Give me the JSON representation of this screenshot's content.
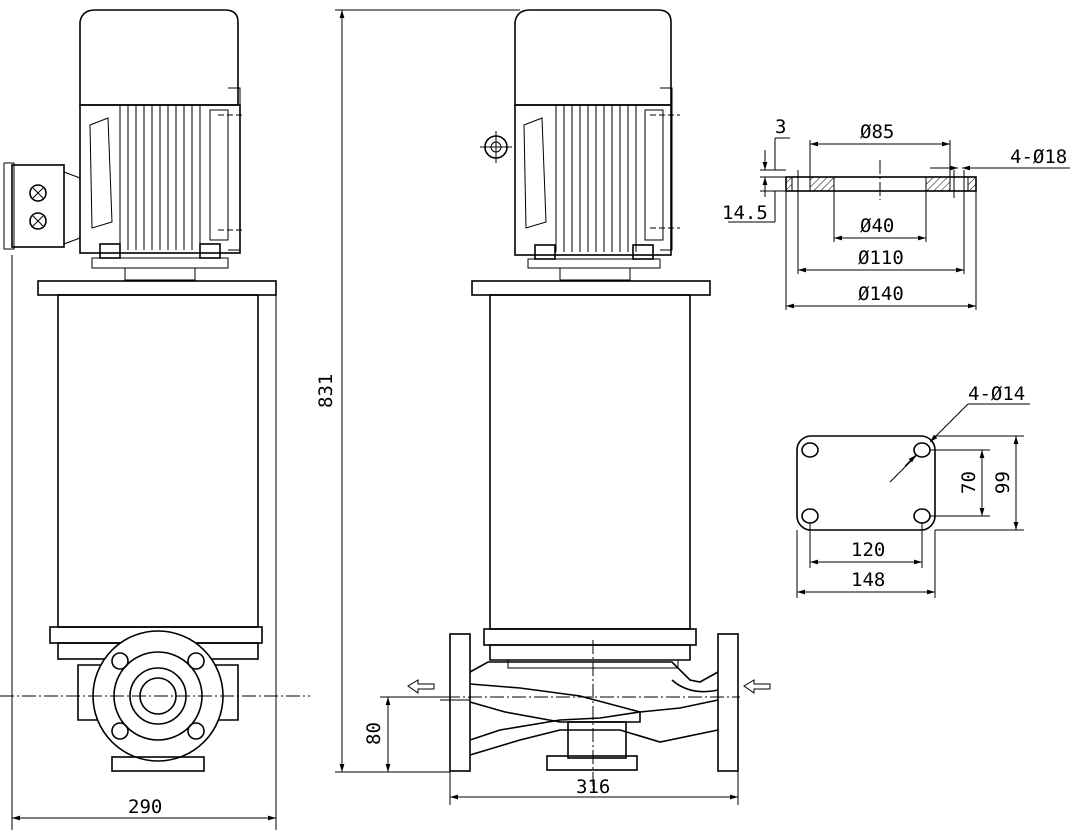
{
  "dimensions": {
    "overall_height": "831",
    "base_width": "290",
    "port_to_port": "316",
    "inlet_height": "80",
    "flange_gap": "3",
    "flange_thickness": "14.5",
    "bolt_circle": "Ø85",
    "flange_holes": "4-Ø18",
    "bore": "Ø40",
    "raised_face": "Ø110",
    "flange_outer": "Ø140",
    "base_holes": "4-Ø14",
    "base_hole_pitch_y": "70",
    "base_height": "99",
    "base_hole_pitch_x": "120",
    "base_width_plate": "148"
  },
  "colors": {
    "line": "#000000",
    "background": "#ffffff"
  },
  "icons": {
    "flow_arrow": "hollow-arrow-left-icon"
  }
}
